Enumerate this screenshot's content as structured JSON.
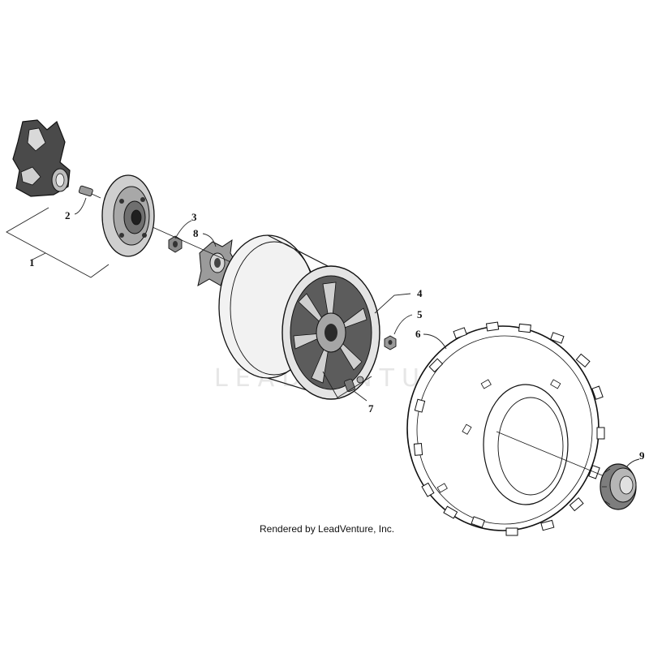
{
  "callouts": [
    "1",
    "2",
    "3",
    "4",
    "5",
    "6",
    "7",
    "8",
    "9"
  ],
  "watermark": "LEADVENTURE",
  "credit": "Rendered by LeadVenture, Inc."
}
